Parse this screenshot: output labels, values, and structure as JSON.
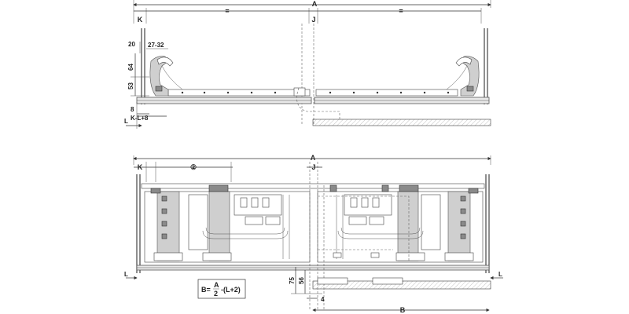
{
  "top_view": {
    "dim_A": "A",
    "dim_K": "K",
    "dim_J": "J",
    "equal_left": "=",
    "equal_right": "=",
    "dim_20": "20",
    "dim_27_32": "27-32",
    "dim_64": "64",
    "dim_53": "53",
    "dim_8": "8",
    "dim_K_L_8": "K-L+8",
    "dim_L": "L"
  },
  "front_view": {
    "dim_A": "A",
    "dim_K": "K",
    "dim_J": "J",
    "circled_2": "②",
    "dim_L_left": "L",
    "dim_L_right": "L",
    "dim_75": "75",
    "dim_56": "56",
    "dim_4": "4",
    "dim_B": "B",
    "formula": {
      "lhs": "B=",
      "numerator": "A",
      "denominator": "2",
      "rhs": "-(L+2)"
    }
  }
}
